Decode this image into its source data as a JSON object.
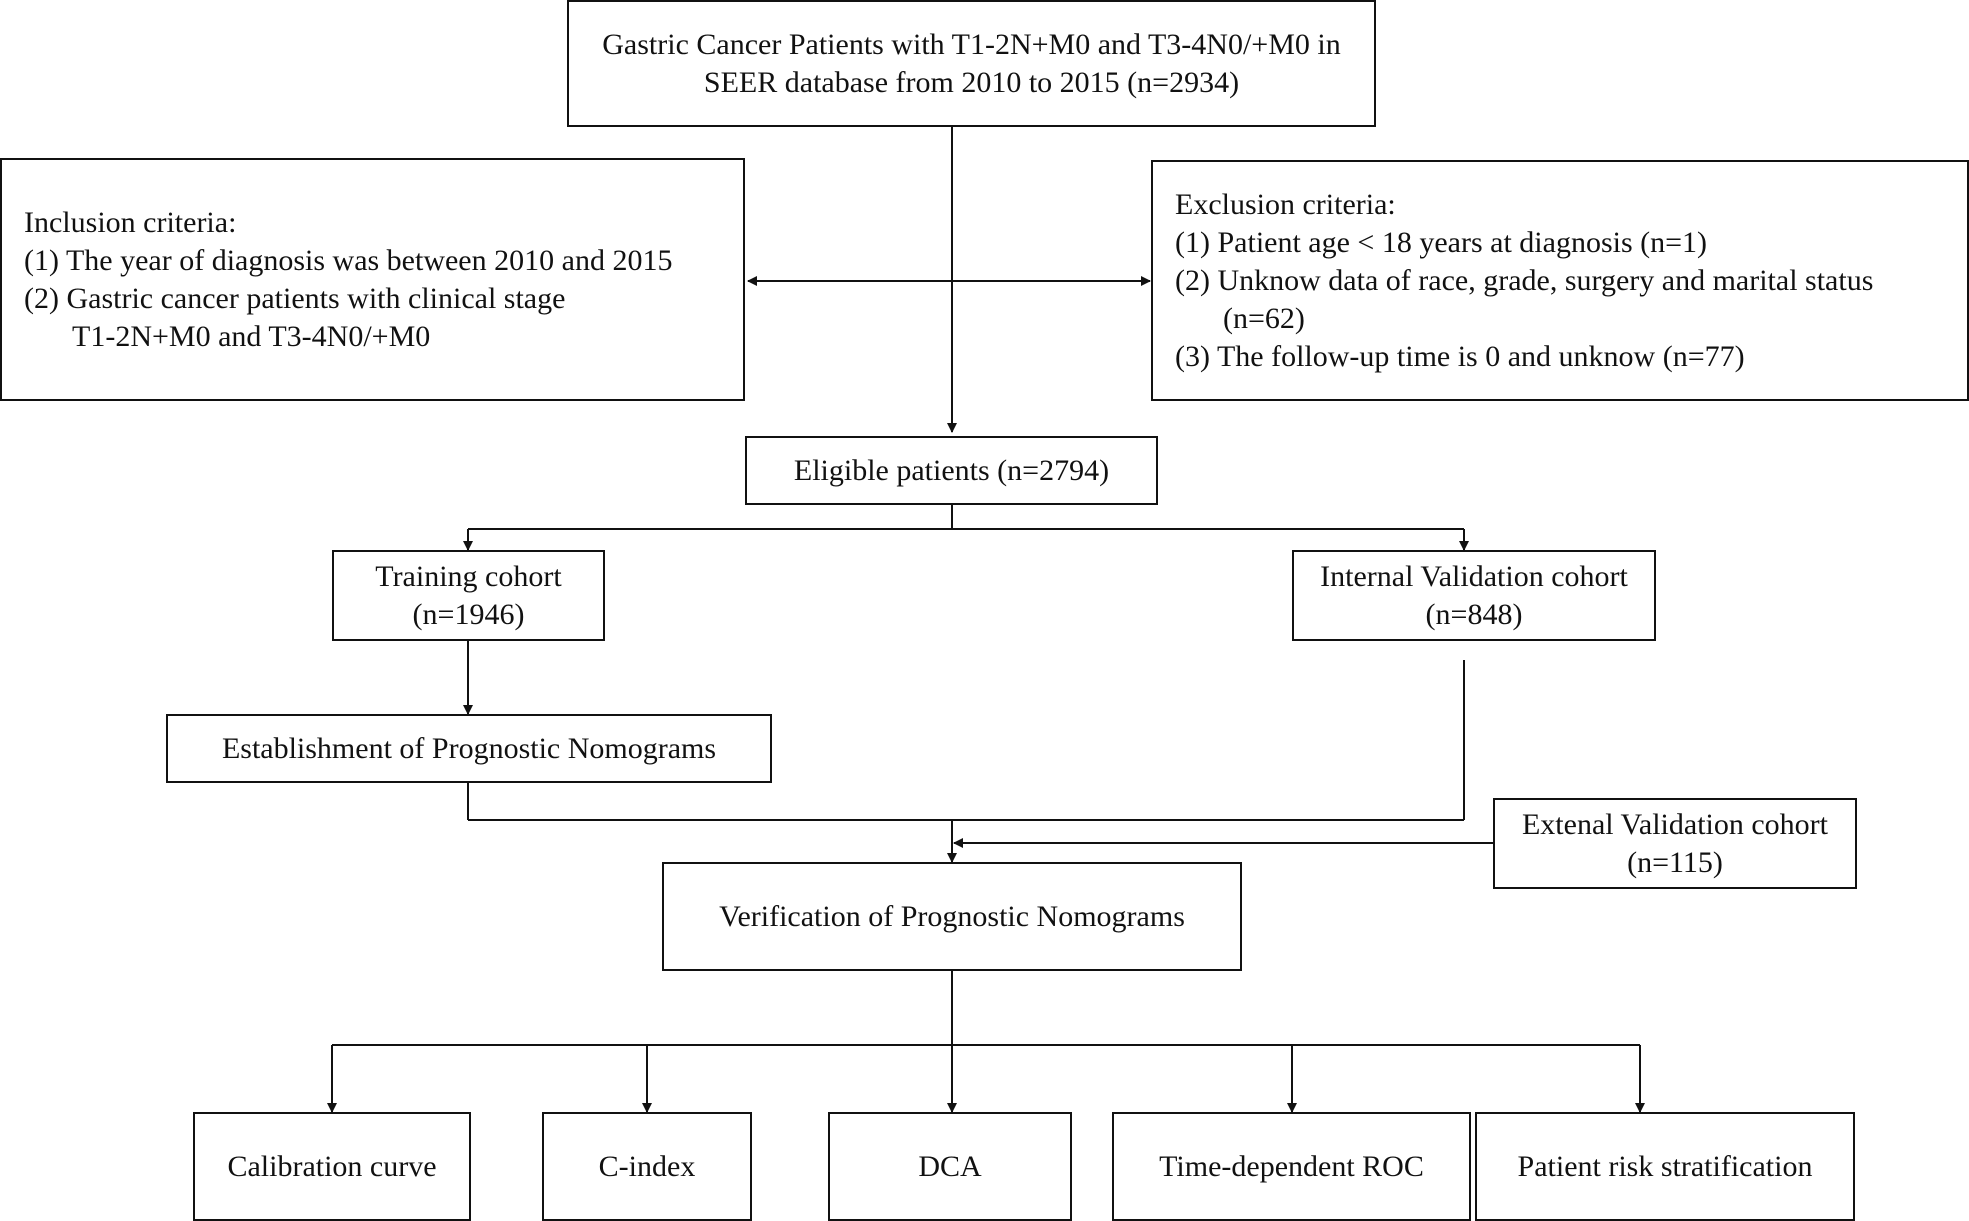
{
  "nodes": {
    "source": {
      "line1": "Gastric Cancer Patients with T1-2N+M0 and T3-4N0/+M0 in",
      "line2": "SEER database from 2010 to 2015 (n=2934)"
    },
    "inclusion": {
      "heading": "Inclusion criteria:",
      "item1": "(1) The year of diagnosis was between 2010 and 2015",
      "item2": "(2) Gastric cancer patients with clinical stage",
      "item2b": "T1-2N+M0 and T3-4N0/+M0"
    },
    "exclusion": {
      "heading": "Exclusion criteria:",
      "item1": "(1) Patient age < 18 years at diagnosis (n=1)",
      "item2": "(2) Unknow data of race, grade, surgery and marital status",
      "item2b": "(n=62)",
      "item3": "(3) The follow-up time is 0 and unknow (n=77)"
    },
    "eligible": {
      "label": "Eligible patients (n=2794)"
    },
    "training": {
      "line1": "Training cohort",
      "line2": "(n=1946)"
    },
    "internal": {
      "line1": "Internal Validation cohort",
      "line2": "(n=848)"
    },
    "establishment": {
      "label": "Establishment of Prognostic Nomograms"
    },
    "external": {
      "line1": "Extenal Validation cohort",
      "line2": "(n=115)"
    },
    "verification": {
      "label": "Verification of Prognostic Nomograms"
    },
    "outputs": {
      "calibration": "Calibration curve",
      "cindex": "C-index",
      "dca": "DCA",
      "roc": "Time-dependent ROC",
      "risk": "Patient risk stratification"
    }
  }
}
